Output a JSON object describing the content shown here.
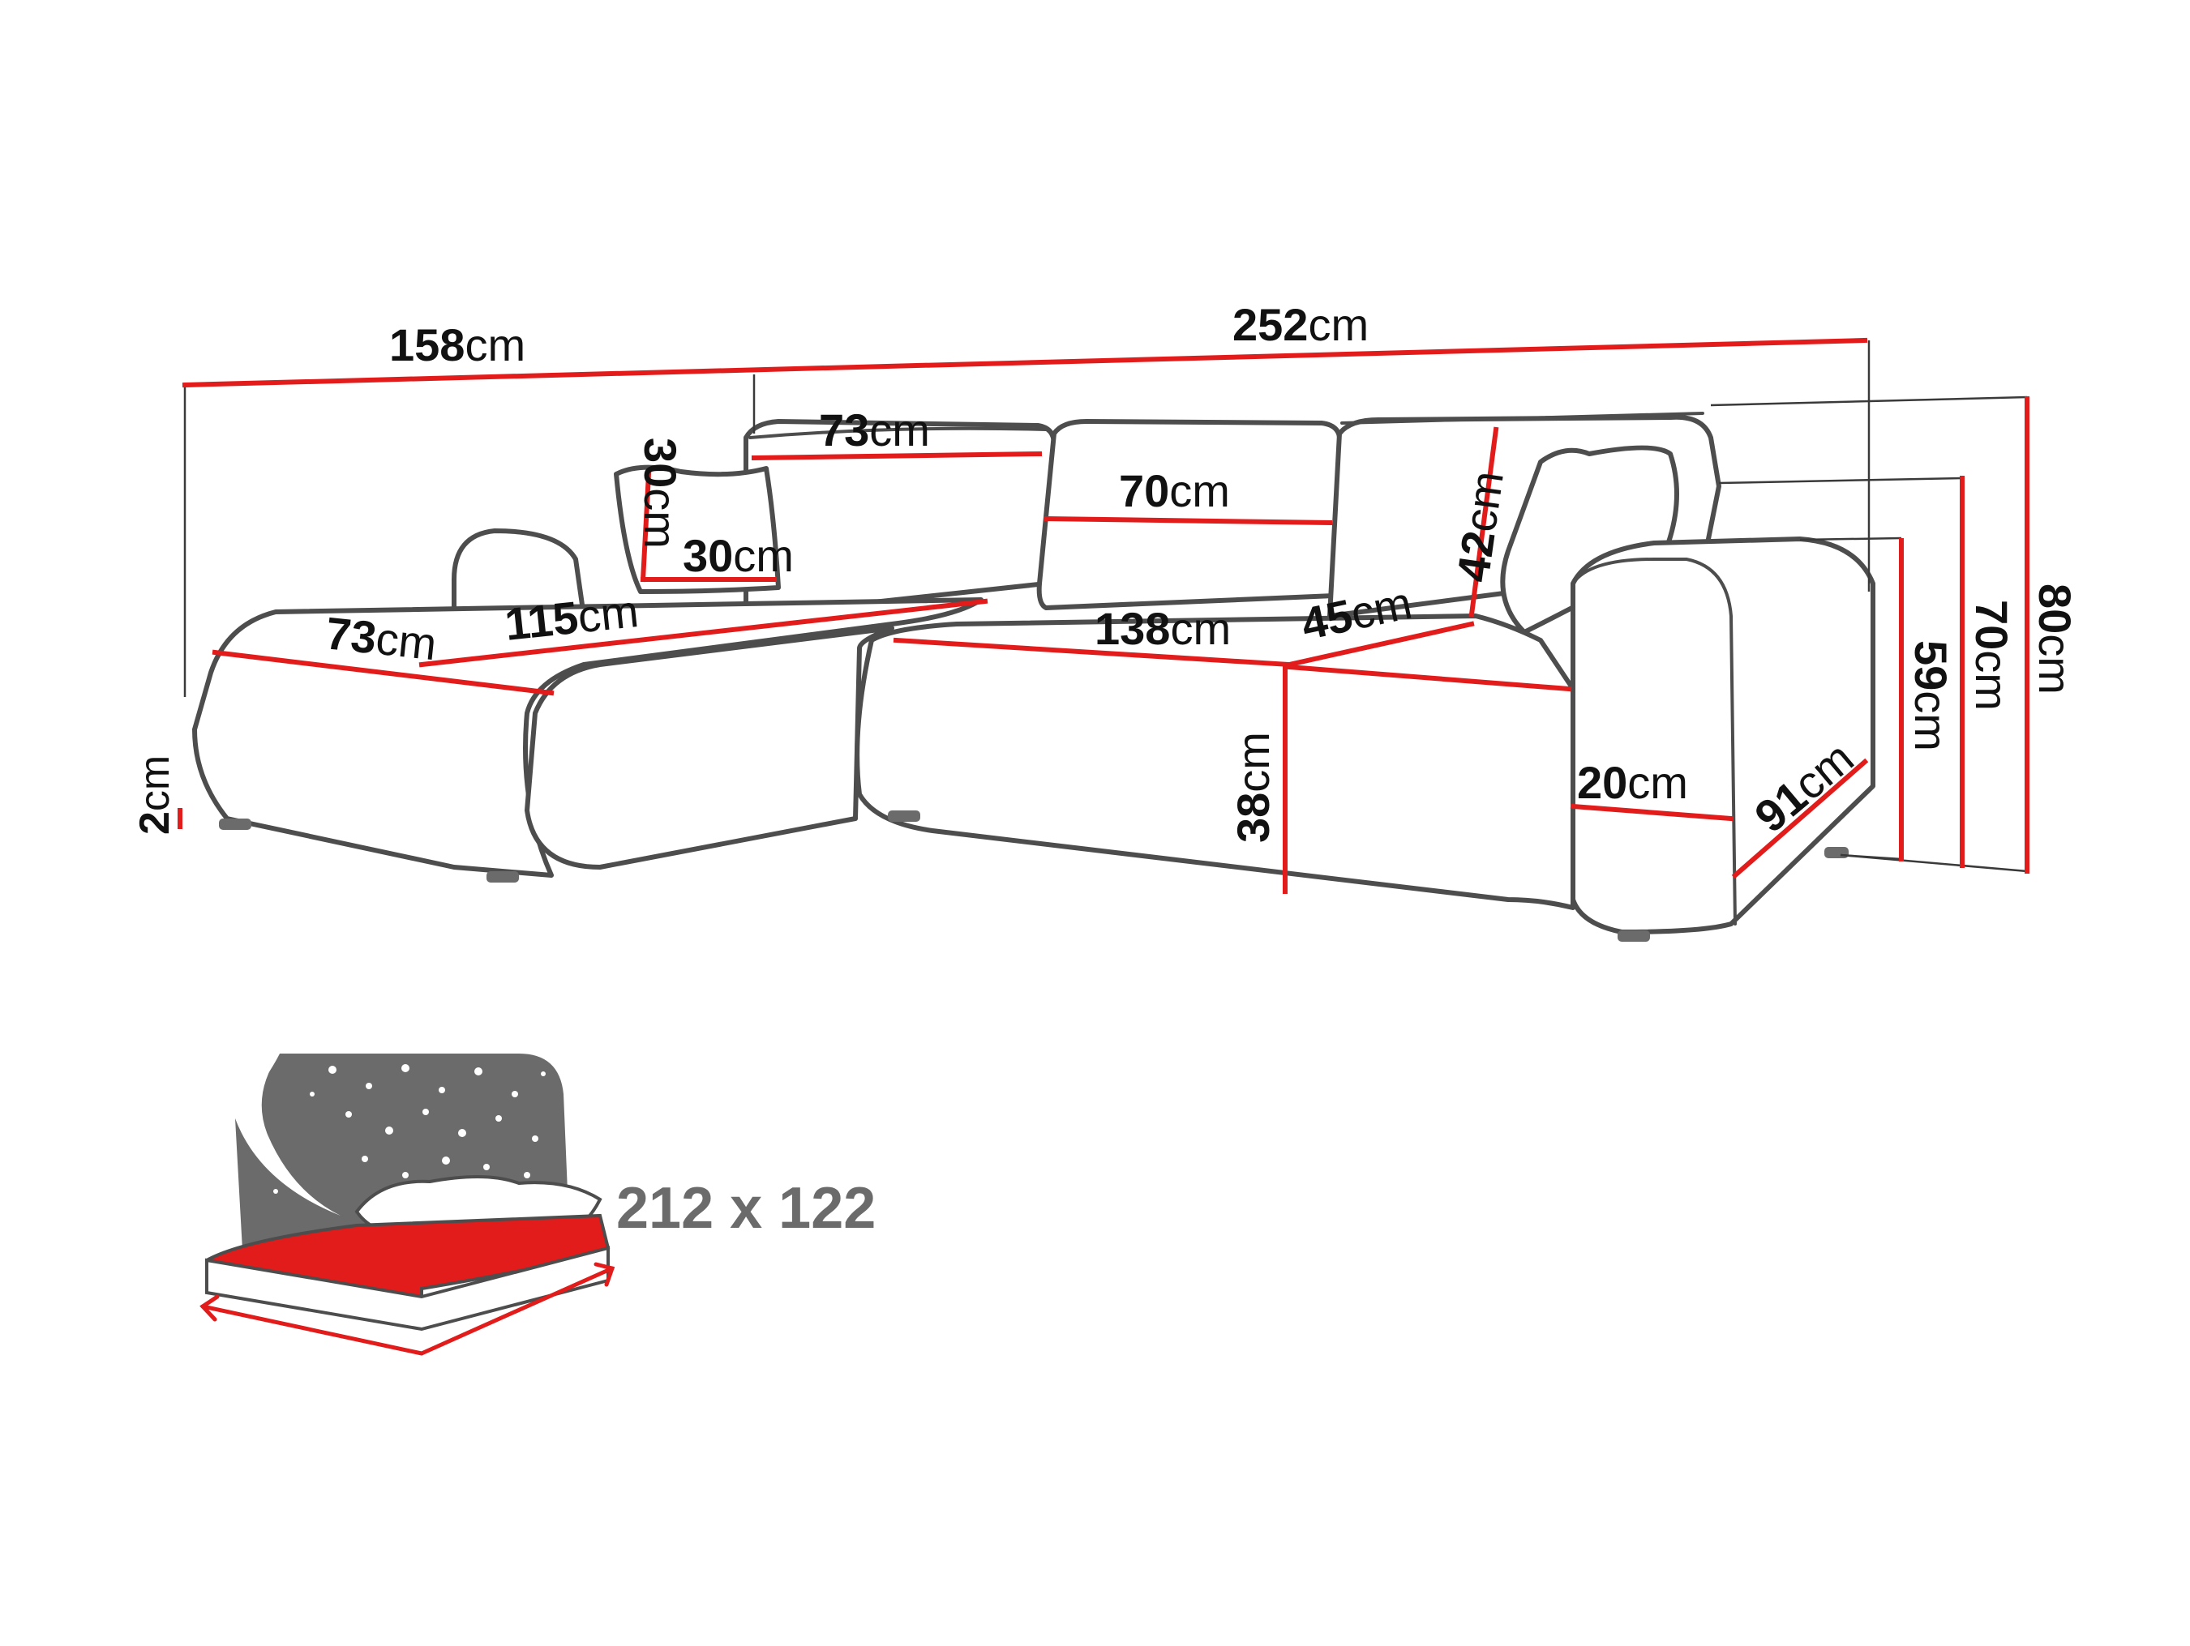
{
  "unit": "cm",
  "dimensions": {
    "width_left_section": "158",
    "width_total": "252",
    "backrest_cushion_1_width": "73",
    "backrest_cushion_2_width": "70",
    "backrest_height": "42",
    "small_pillow_height": "30",
    "small_pillow_width": "30",
    "chaise_depth": "73",
    "chaise_length": "115",
    "main_seat_length": "138",
    "seat_depth": "45",
    "seat_height": "38",
    "leg_height": "2",
    "armrest_width": "20",
    "total_depth": "91",
    "armrest_height": "59",
    "back_height": "70",
    "total_height": "80"
  },
  "bed": {
    "size_label": "212 x 122"
  },
  "colors": {
    "dimension_line": "#e21b1b",
    "outline": "#4d4d4d",
    "bed_panel": "#6b6b6b",
    "mattress": "#e21b1b"
  }
}
